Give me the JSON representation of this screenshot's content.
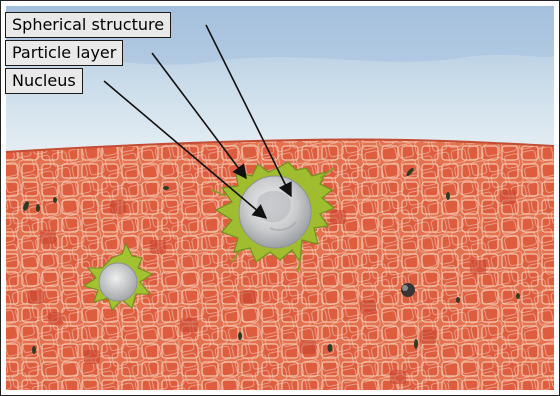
{
  "labels": {
    "spherical_structure": "Spherical structure",
    "particle_layer": "Particle layer",
    "nucleus": "Nucleus"
  },
  "colors": {
    "sky": "#c9dbe9",
    "tissue": "#e26a4a",
    "cell_border": "#f3c8b2",
    "cell_fill": "#d9543a",
    "structure_fill": "#d5d6d8",
    "particle_layer": "#9bbb2c",
    "arrow": "#111111",
    "label_bg": "#e9e9e9"
  }
}
